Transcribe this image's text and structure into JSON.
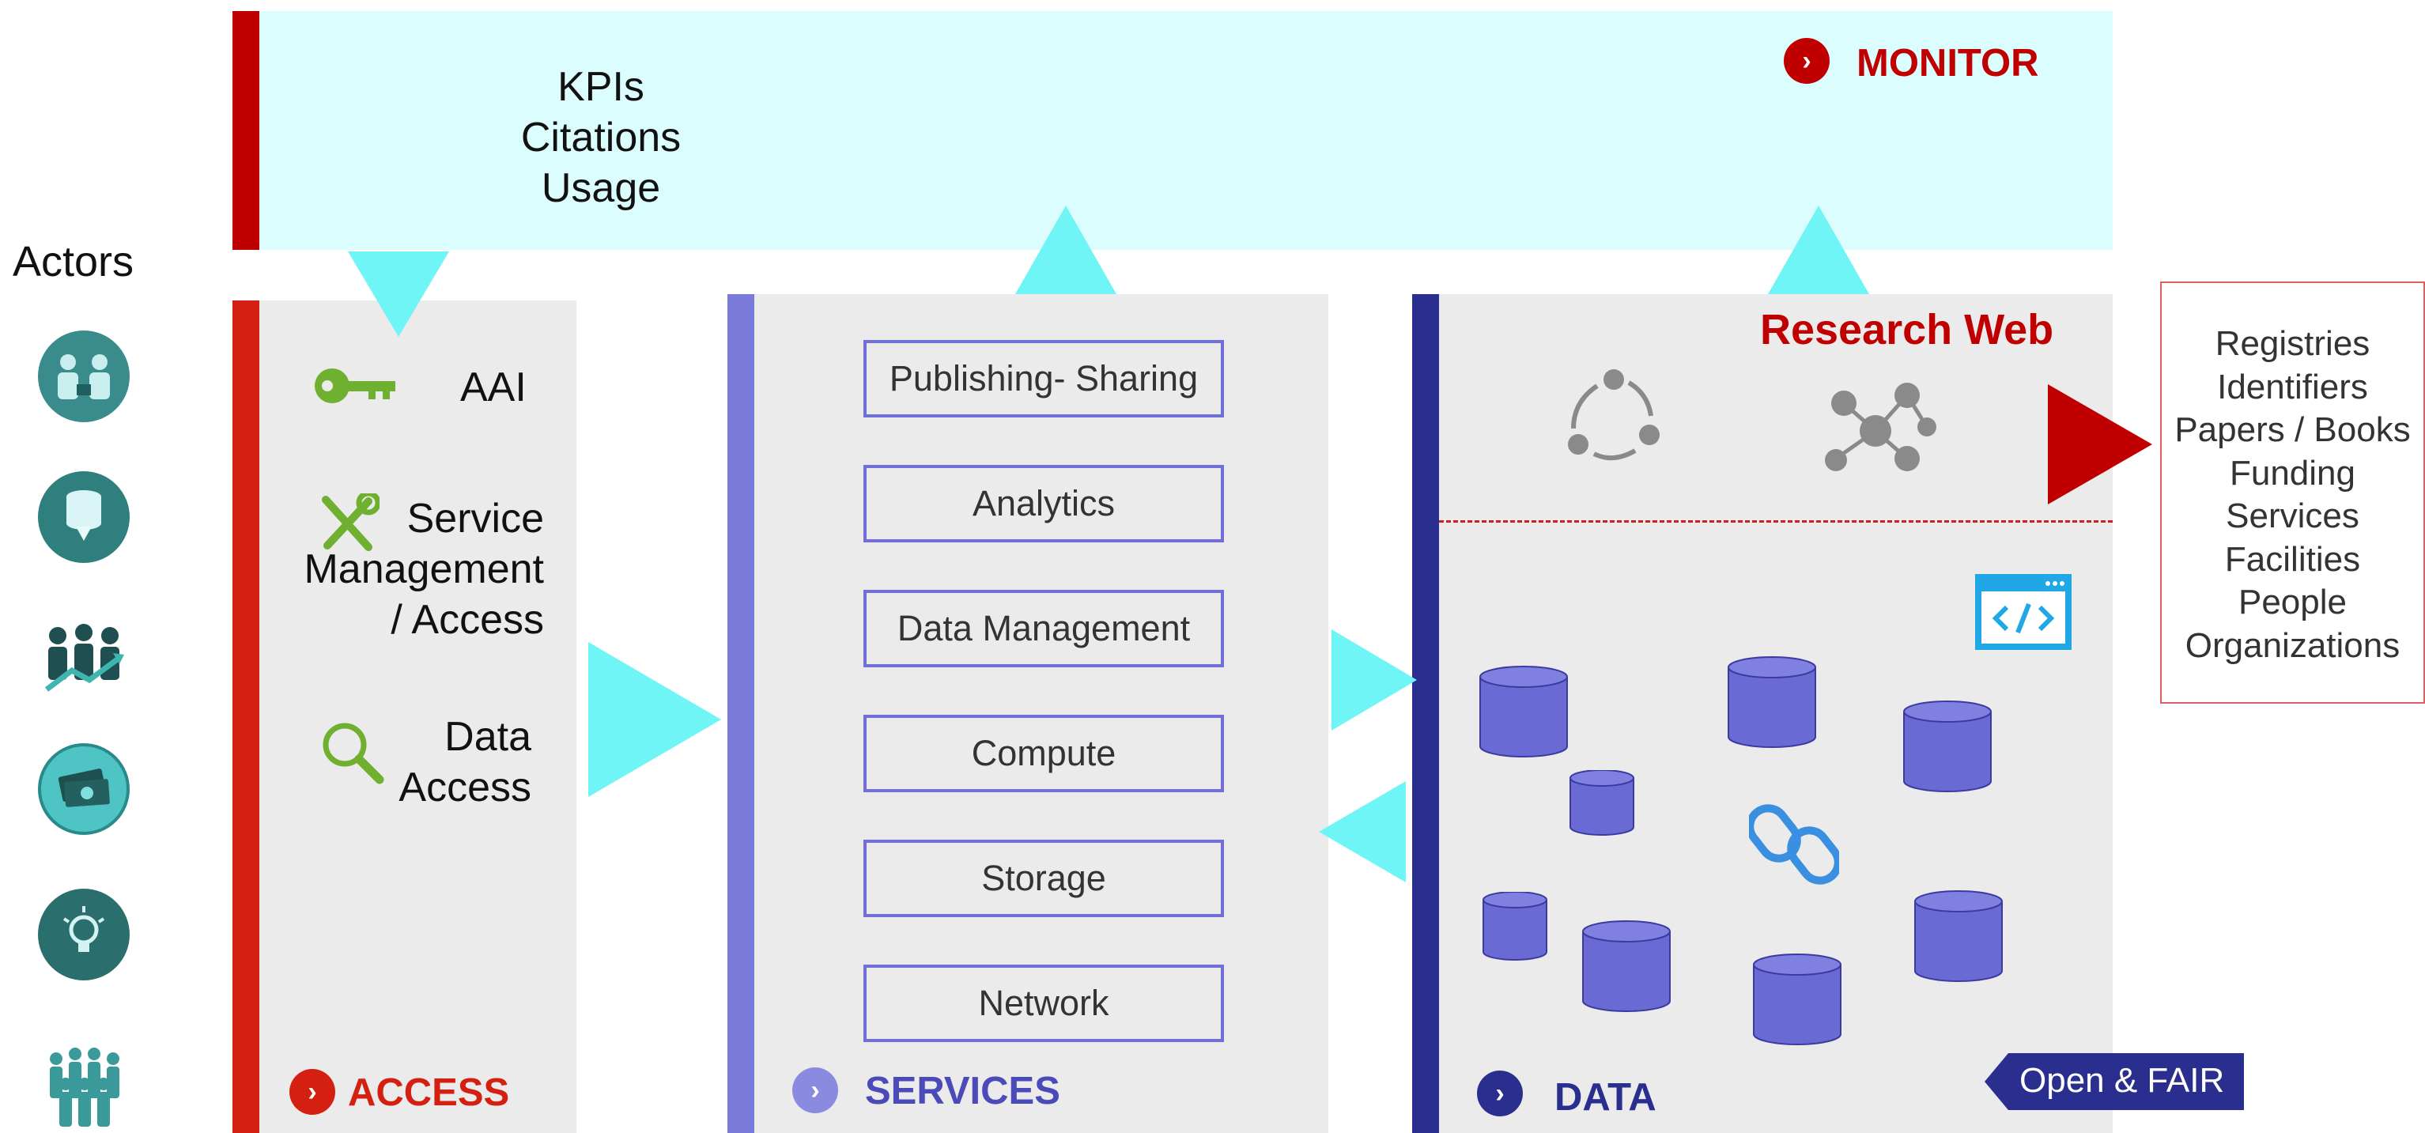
{
  "monitor": {
    "title": "MONITOR",
    "kpis": [
      "KPIs",
      "Citations",
      "Usage"
    ]
  },
  "actors": {
    "title": "Actors",
    "icons": [
      "researchers-icon",
      "database-download-icon",
      "business-growth-icon",
      "money-icon",
      "lightbulb-icon",
      "people-group-icon"
    ]
  },
  "access": {
    "title": "ACCESS",
    "items": [
      {
        "icon": "key-icon",
        "label": "AAI"
      },
      {
        "icon": "tools-icon",
        "label_lines": [
          "Service",
          "Management",
          "/ Access"
        ]
      },
      {
        "icon": "search-icon",
        "label_lines": [
          "Data",
          "Access"
        ]
      }
    ]
  },
  "services": {
    "title": "SERVICES",
    "items": [
      "Publishing- Sharing",
      "Analytics",
      "Data Management",
      "Compute",
      "Storage",
      "Network"
    ]
  },
  "data": {
    "title": "DATA",
    "research_web": "Research Web",
    "badge": "Open & FAIR",
    "icons": [
      "cycle-icon",
      "network-people-icon",
      "code-window-icon",
      "link-icon",
      "database-icon"
    ]
  },
  "registry": {
    "items": [
      "Registries",
      "Identifiers",
      "Papers / Books",
      "Funding",
      "Services",
      "Facilities",
      "People",
      "Organizations"
    ]
  },
  "colors": {
    "monitor_bg": "#dcfdfd",
    "red": "#c00000",
    "access_red": "#d42010",
    "services_purple": "#7070d8",
    "data_navy": "#2a2e8f",
    "cyan_arrow": "#6ff5f5",
    "panel_bg": "#ebebeb"
  }
}
